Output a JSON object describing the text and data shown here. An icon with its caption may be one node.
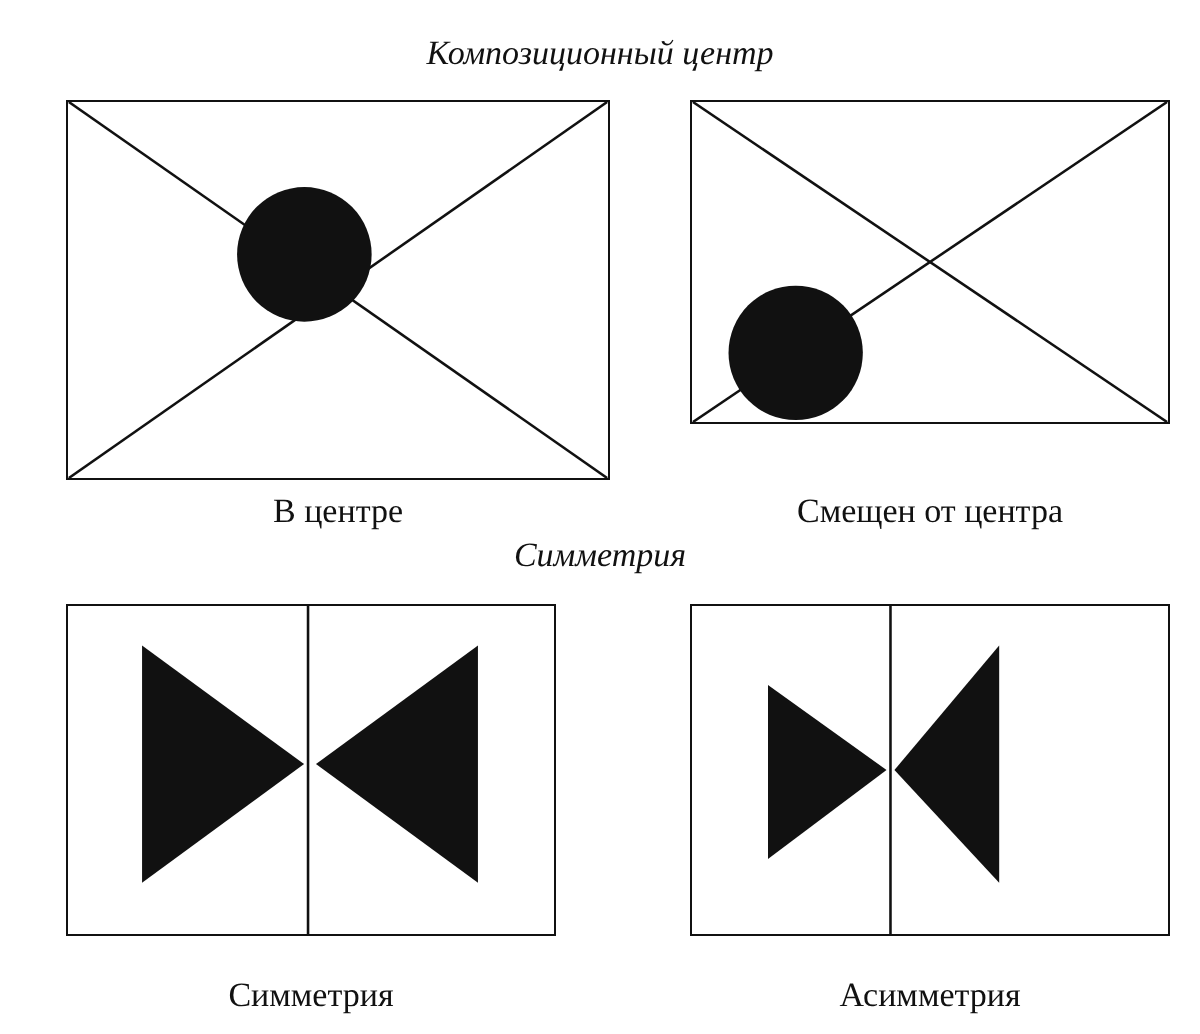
{
  "diagram": {
    "title": "Композиционный центр",
    "nodes": [
      {
        "text": [],
        "shape": "picture",
        "beside": [
          "В центре"
        ]
      },
      {
        "text": [],
        "shape": "picture",
        "beside": [
          "Смещен от центра"
        ]
      },
      {
        "text": [],
        "shape": "picture",
        "beside": [
          "Симметрия"
        ]
      },
      {
        "text": [],
        "shape": "picture",
        "beside": [
          "Асимметрия"
        ]
      }
    ],
    "labels": [
      "Симметрия"
    ]
  }
}
